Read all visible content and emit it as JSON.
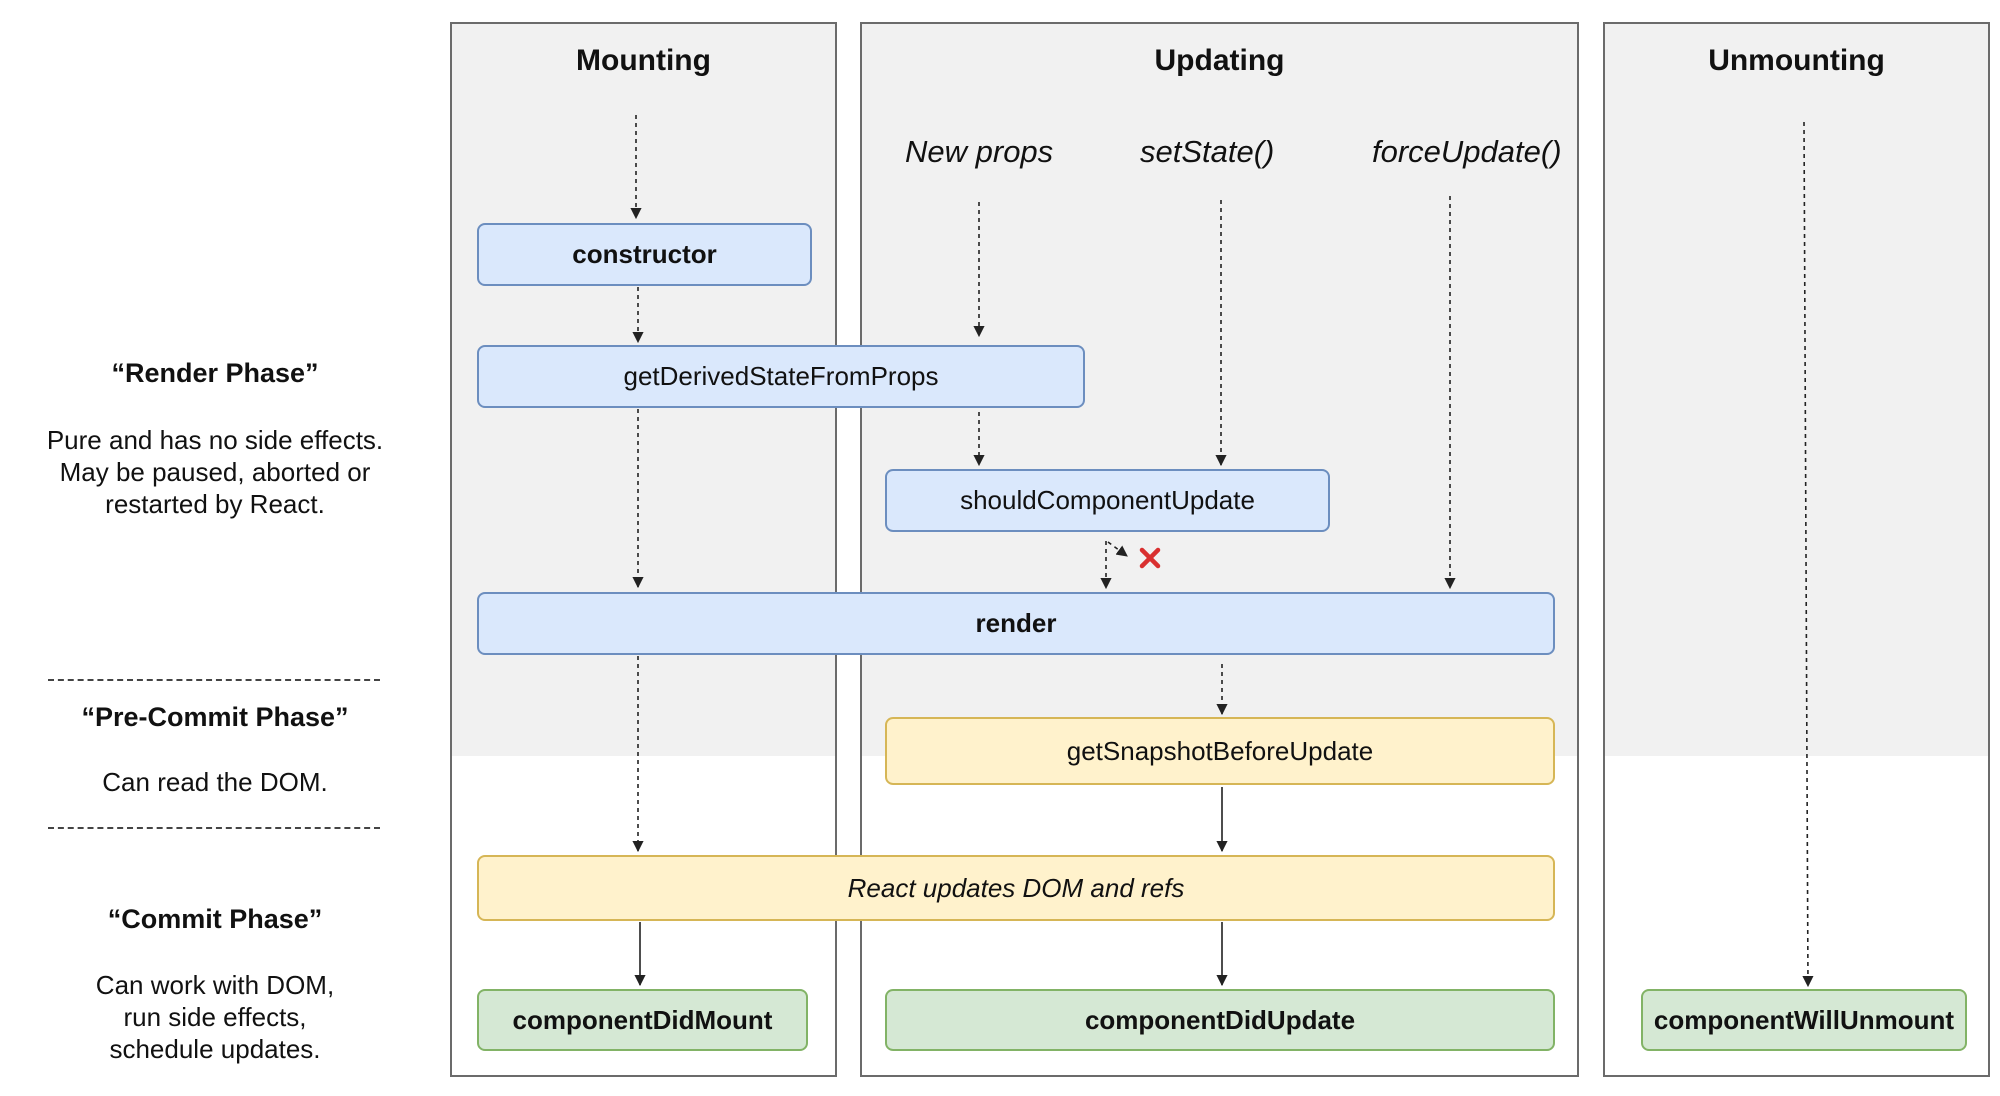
{
  "columns": {
    "mounting": "Mounting",
    "updating": "Updating",
    "unmounting": "Unmounting"
  },
  "triggers": {
    "new_props": "New props",
    "set_state": "setState()",
    "force_update": "forceUpdate()"
  },
  "methods": {
    "constructor": "constructor",
    "get_derived_state": "getDerivedStateFromProps",
    "should_component_update": "shouldComponentUpdate",
    "render": "render",
    "get_snapshot": "getSnapshotBeforeUpdate",
    "react_updates": "React updates DOM and refs",
    "did_mount": "componentDidMount",
    "did_update": "componentDidUpdate",
    "will_unmount": "componentWillUnmount"
  },
  "phases": {
    "render": {
      "title": "“Render Phase”",
      "lines": [
        "Pure and has no side effects.",
        "May be paused, aborted or",
        "restarted by React."
      ]
    },
    "pre_commit": {
      "title": "“Pre-Commit Phase”",
      "lines": [
        "Can read the DOM."
      ]
    },
    "commit": {
      "title": "“Commit Phase”",
      "lines": [
        "Can work with DOM,",
        "run side effects,",
        "schedule updates."
      ]
    }
  },
  "colors": {
    "render_method_fill": "#dae8fc",
    "render_method_border": "#6c8ebf",
    "pre_commit_fill": "#fff2cc",
    "pre_commit_border": "#d6b656",
    "commit_method_fill": "#d5e8d4",
    "commit_method_border": "#82b366",
    "abort_mark": "#d93030"
  },
  "icons": {
    "abort": "cross-icon"
  }
}
